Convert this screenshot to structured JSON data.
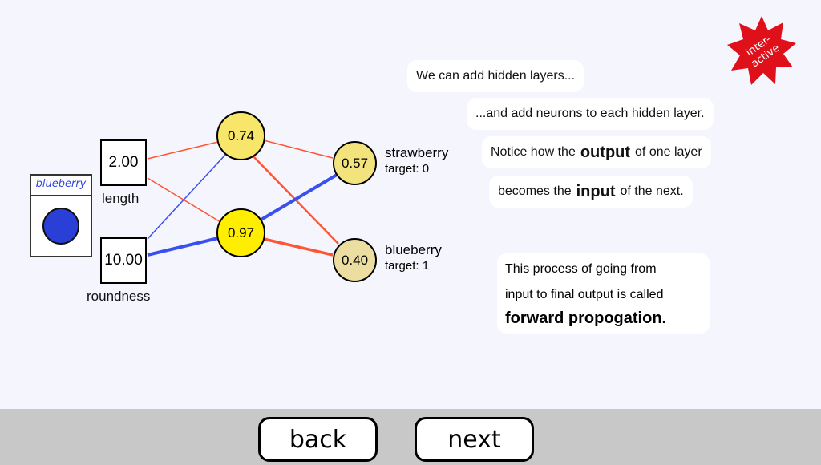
{
  "sample": {
    "label": "blueberry"
  },
  "inputs": [
    {
      "value": "2.00",
      "label": "length"
    },
    {
      "value": "10.00",
      "label": "roundness"
    }
  ],
  "hidden": [
    {
      "value": "0.74"
    },
    {
      "value": "0.97"
    }
  ],
  "outputs": [
    {
      "value": "0.57",
      "label": "strawberry",
      "target": "target: 0"
    },
    {
      "value": "0.40",
      "label": "blueberry",
      "target": "target: 1"
    }
  ],
  "badge": {
    "line1": "inter-",
    "line2": "active"
  },
  "notes": {
    "n1": "We can add hidden layers...",
    "n2": "...and add neurons to each hidden layer.",
    "n3a": "Notice how the",
    "n3b": "output",
    "n3c": "of one layer",
    "n4a": "becomes the",
    "n4b": "input",
    "n4c": "of the next.",
    "n5a": "This process of going from",
    "n5b": "input to final output is called",
    "n5c": "forward propogation."
  },
  "nav": {
    "back": "back",
    "next": "next"
  },
  "colors": {
    "positive": "#ff5533",
    "negative": "#3a50ee",
    "hidden_active": "#ffee00",
    "output_fill": "#f2e48a"
  }
}
